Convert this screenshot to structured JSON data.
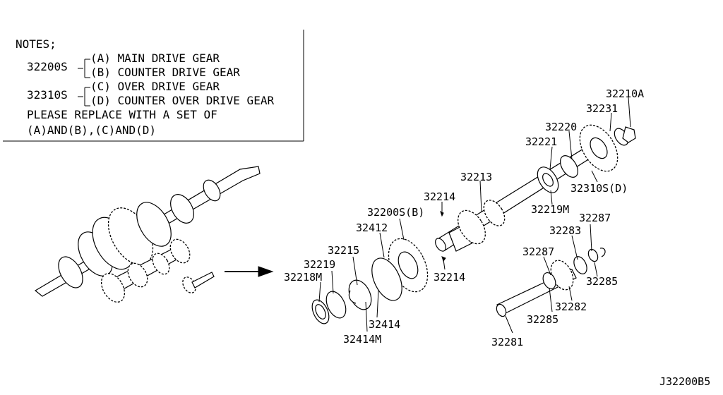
{
  "notes": {
    "title": "NOTES;",
    "group1_code": "32200S",
    "group1_a": "(A) MAIN DRIVE GEAR",
    "group1_b": "(B) COUNTER DRIVE GEAR",
    "group2_code": "32310S",
    "group2_c": "(C) OVER DRIVE GEAR",
    "group2_d": "(D) COUNTER OVER DRIVE GEAR",
    "replace_line1": "PLEASE REPLACE WITH A SET OF",
    "replace_line2": "(A)AND(B),(C)AND(D)"
  },
  "part_labels": {
    "p32210A": "32210A",
    "p32231": "32231",
    "p32220": "32220",
    "p32221": "32221",
    "p32213": "32213",
    "p32310SD": "32310S(D)",
    "p32214_top": "32214",
    "p32219M": "32219M",
    "p32200SB": "32200S(B)",
    "p32412": "32412",
    "p32287_top": "32287",
    "p32283": "32283",
    "p32215": "32215",
    "p32287_mid": "32287",
    "p32219": "32219",
    "p32218M": "32218M",
    "p32214_bot": "32214",
    "p32285_right": "32285",
    "p32282": "32282",
    "p32414": "32414",
    "p32285_bot": "32285",
    "p32414M": "32414M",
    "p32281": "32281"
  },
  "diagram_code": "J32200B5"
}
